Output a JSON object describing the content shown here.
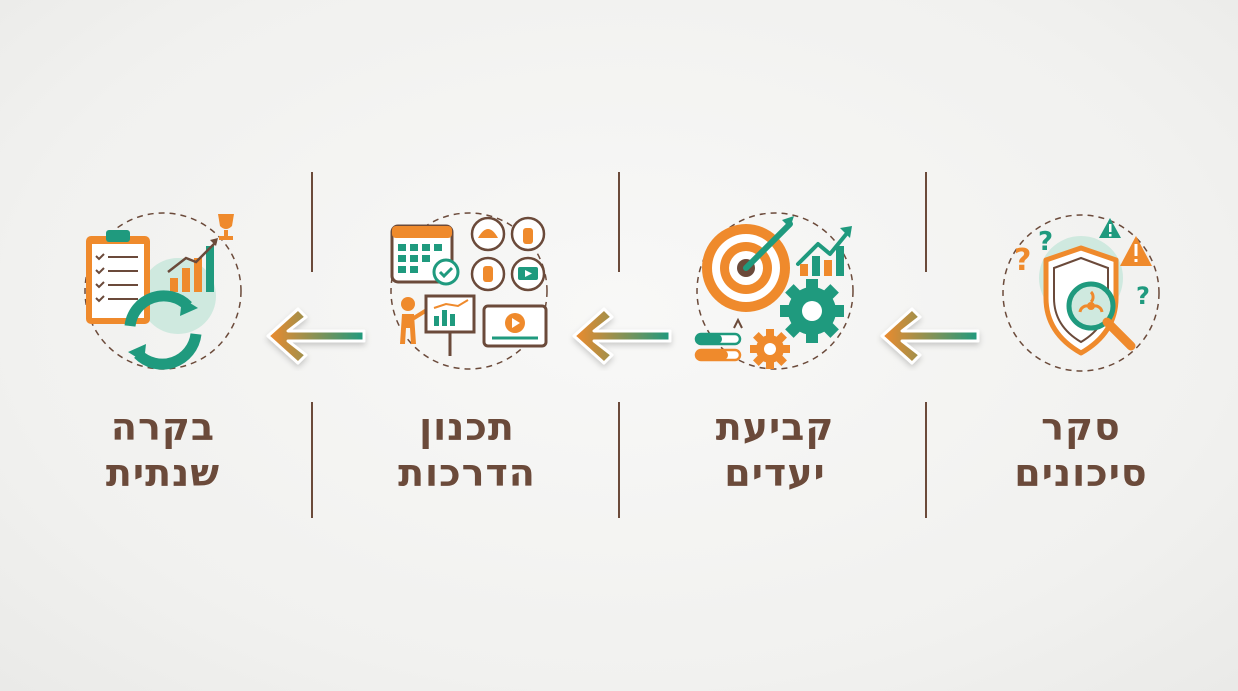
{
  "colors": {
    "brown": "#6b4a3a",
    "orange": "#ef8a2c",
    "teal": "#1f9a7e",
    "mint": "#cfe9df"
  },
  "steps": [
    {
      "line1": "סקר",
      "line2": "סיכונים",
      "icon": "risk-survey-icon"
    },
    {
      "line1": "קביעת",
      "line2": "יעדים",
      "icon": "goal-target-icon"
    },
    {
      "line1": "תכנון",
      "line2": "הדרכות",
      "icon": "training-plan-icon"
    },
    {
      "line1": "בקרה",
      "line2": "שנתית",
      "icon": "annual-review-icon"
    }
  ]
}
